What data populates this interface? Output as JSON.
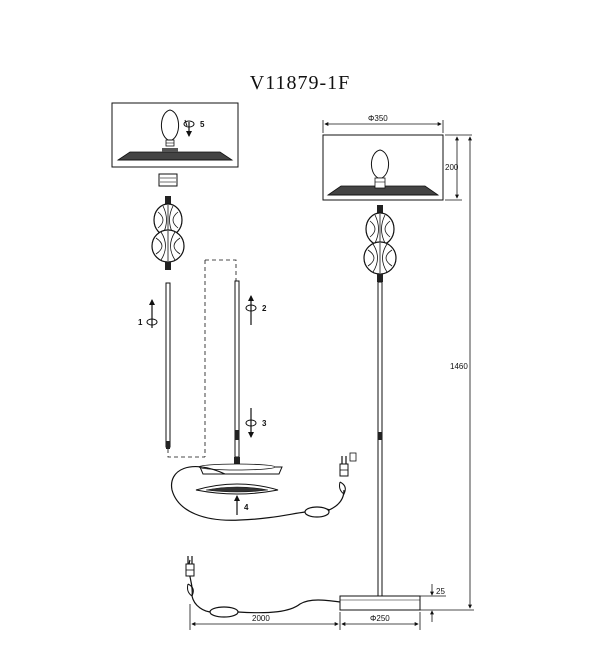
{
  "model": "V11879-1F",
  "dimensions": {
    "shade_diameter": "Φ350",
    "shade_height": "200",
    "total_height": "1460",
    "base_height": "25",
    "base_diameter": "Φ250",
    "cord_length": "2000"
  },
  "steps": [
    "1",
    "2",
    "3",
    "4",
    "5"
  ],
  "colors": {
    "line": "#111111",
    "fill_dark": "#222222"
  }
}
